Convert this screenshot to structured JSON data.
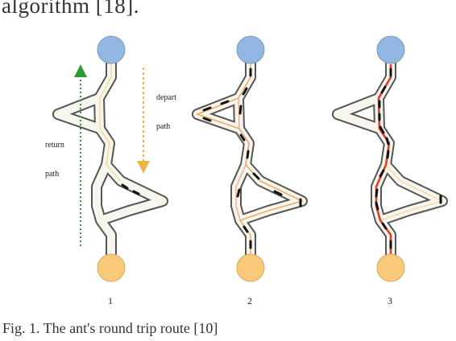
{
  "top_text": "algorithm [18].",
  "caption": "Fig. 1.    The ant's round trip route [10]",
  "labels": {
    "depart": "depart",
    "depart_path": "path",
    "return": "return",
    "return_path": "path"
  },
  "panel_numbers": [
    "1",
    "2",
    "3"
  ],
  "colors": {
    "nest": "#f9c97b",
    "food": "#93b7e3",
    "route_fill": "#f8f5ec",
    "route_outline": "#555555",
    "depart_arrow": "#e9b646",
    "return_arrow": "#2e9a3a",
    "pheromone_light": "#f0c56a",
    "pheromone_strong": "#e03c2d",
    "ant": "#111111"
  }
}
